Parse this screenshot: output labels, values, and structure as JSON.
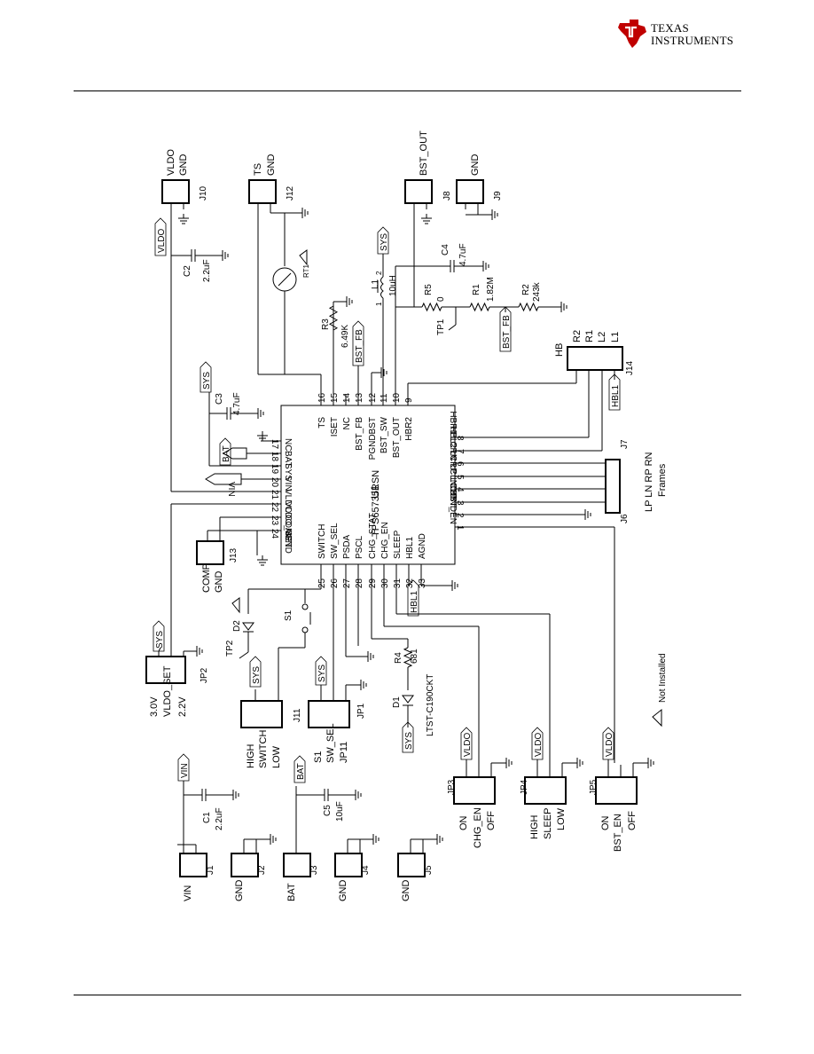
{
  "header": {
    "logo_line1": "Texas",
    "logo_line2": "Instruments",
    "brand_color": "#c00000"
  },
  "ic": {
    "name": "U1",
    "part": "TPS65735RSN",
    "pins": [
      {
        "num": "1",
        "name": "BST_EN"
      },
      {
        "num": "2",
        "name": "DGND"
      },
      {
        "num": "3",
        "name": "LCLP"
      },
      {
        "num": "4",
        "name": "LCLN"
      },
      {
        "num": "5",
        "name": "LCRP"
      },
      {
        "num": "6",
        "name": "LCRN"
      },
      {
        "num": "7",
        "name": "HBL2"
      },
      {
        "num": "8",
        "name": "HBR1"
      },
      {
        "num": "9",
        "name": "HBR2"
      },
      {
        "num": "10",
        "name": "BST_OUT"
      },
      {
        "num": "11",
        "name": "BST_SW"
      },
      {
        "num": "12",
        "name": "PGNDBST"
      },
      {
        "num": "13",
        "name": "BST_FB"
      },
      {
        "num": "14",
        "name": "NC"
      },
      {
        "num": "15",
        "name": "ISET"
      },
      {
        "num": "16",
        "name": "TS"
      },
      {
        "num": "17",
        "name": "NC"
      },
      {
        "num": "18",
        "name": "BAT"
      },
      {
        "num": "19",
        "name": "SYS"
      },
      {
        "num": "20",
        "name": "VIN"
      },
      {
        "num": "21",
        "name": "VLDO"
      },
      {
        "num": "22",
        "name": "VLDO_SET"
      },
      {
        "num": "23",
        "name": "COMP"
      },
      {
        "num": "24",
        "name": "AGND"
      },
      {
        "num": "25",
        "name": "SWITCH"
      },
      {
        "num": "26",
        "name": "SW_SEL"
      },
      {
        "num": "27",
        "name": "PSDA"
      },
      {
        "num": "28",
        "name": "PSCL"
      },
      {
        "num": "29",
        "name": "CHG_STAT"
      },
      {
        "num": "30",
        "name": "CHG_EN"
      },
      {
        "num": "31",
        "name": "SLEEP"
      },
      {
        "num": "32",
        "name": "HBL1"
      },
      {
        "num": "33",
        "name": "AGND"
      }
    ]
  },
  "components": {
    "c1": {
      "ref": "C1",
      "value": "2.2uF"
    },
    "c2": {
      "ref": "C2",
      "value": "2.2uF"
    },
    "c3": {
      "ref": "C3",
      "value": "4.7uF"
    },
    "c4": {
      "ref": "C4",
      "value": "4.7uF"
    },
    "c5": {
      "ref": "C5",
      "value": "10uF"
    },
    "l1": {
      "ref": "L1",
      "value": "10uH",
      "pin1": "1",
      "pin2": "2"
    },
    "r1": {
      "ref": "R1",
      "value": "1.82M"
    },
    "r2": {
      "ref": "R2",
      "value": "243k"
    },
    "r3": {
      "ref": "R3",
      "value": "6.49K"
    },
    "r4": {
      "ref": "R4",
      "value": "681"
    },
    "r5": {
      "ref": "R5",
      "value": "0"
    },
    "rt1": {
      "ref": "RT1"
    },
    "d1": {
      "ref": "D1",
      "part": "LTST-C190CKT"
    },
    "d2": {
      "ref": "D2"
    },
    "tp1": {
      "ref": "TP1"
    },
    "tp2": {
      "ref": "TP2"
    },
    "s1": {
      "ref": "S1"
    }
  },
  "nets": {
    "vldo": "VLDO",
    "sys": "SYS",
    "bat": "BAT",
    "vin": "VIN",
    "bst_fb": "BST_FB",
    "hbl1": "HBL1"
  },
  "headers": {
    "j1": {
      "ref": "J1",
      "label": "VIN"
    },
    "j2": {
      "ref": "J2",
      "label": "GND"
    },
    "j3": {
      "ref": "J3",
      "label": "BAT"
    },
    "j4": {
      "ref": "J4",
      "label": "GND"
    },
    "j5": {
      "ref": "J5",
      "label": "GND"
    },
    "j8": {
      "ref": "J8",
      "label": "BST_OUT"
    },
    "j9": {
      "ref": "J9",
      "label": "GND"
    },
    "j10": {
      "ref": "J10",
      "label1": "VLDO",
      "label2": "GND"
    },
    "j12": {
      "ref": "J12",
      "label1": "TS",
      "label2": "GND"
    },
    "j13": {
      "ref": "J13",
      "label1": "COMP",
      "label2": "GND"
    },
    "j14": {
      "ref": "J14",
      "labels": [
        "HB",
        "R2",
        "R1",
        "L2",
        "L1"
      ]
    },
    "j6j7": {
      "ref1": "J6",
      "ref2": "J7",
      "label1": "LP LN RP RN",
      "label2": "Frames"
    },
    "jp1": {
      "ref": "JP1",
      "label1": "S1",
      "label2": "SW_SEL",
      "label3": "JP11"
    },
    "jp2": {
      "ref": "JP2",
      "label1": "3.0V",
      "label2": "VLDO_SET",
      "label3": "2.2V"
    },
    "jp3": {
      "ref": "JP3",
      "label1": "ON",
      "label2": "CHG_EN",
      "label3": "OFF"
    },
    "jp4": {
      "ref": "JP4",
      "label1": "HIGH",
      "label2": "SLEEP",
      "label3": "LOW"
    },
    "jp5": {
      "ref": "JP5",
      "label1": "ON",
      "label2": "BST_EN",
      "label3": "OFF"
    },
    "j11": {
      "ref": "J11",
      "label1": "HIGH",
      "label2": "SWITCH",
      "label3": "LOW"
    }
  },
  "note": "Not Installed"
}
